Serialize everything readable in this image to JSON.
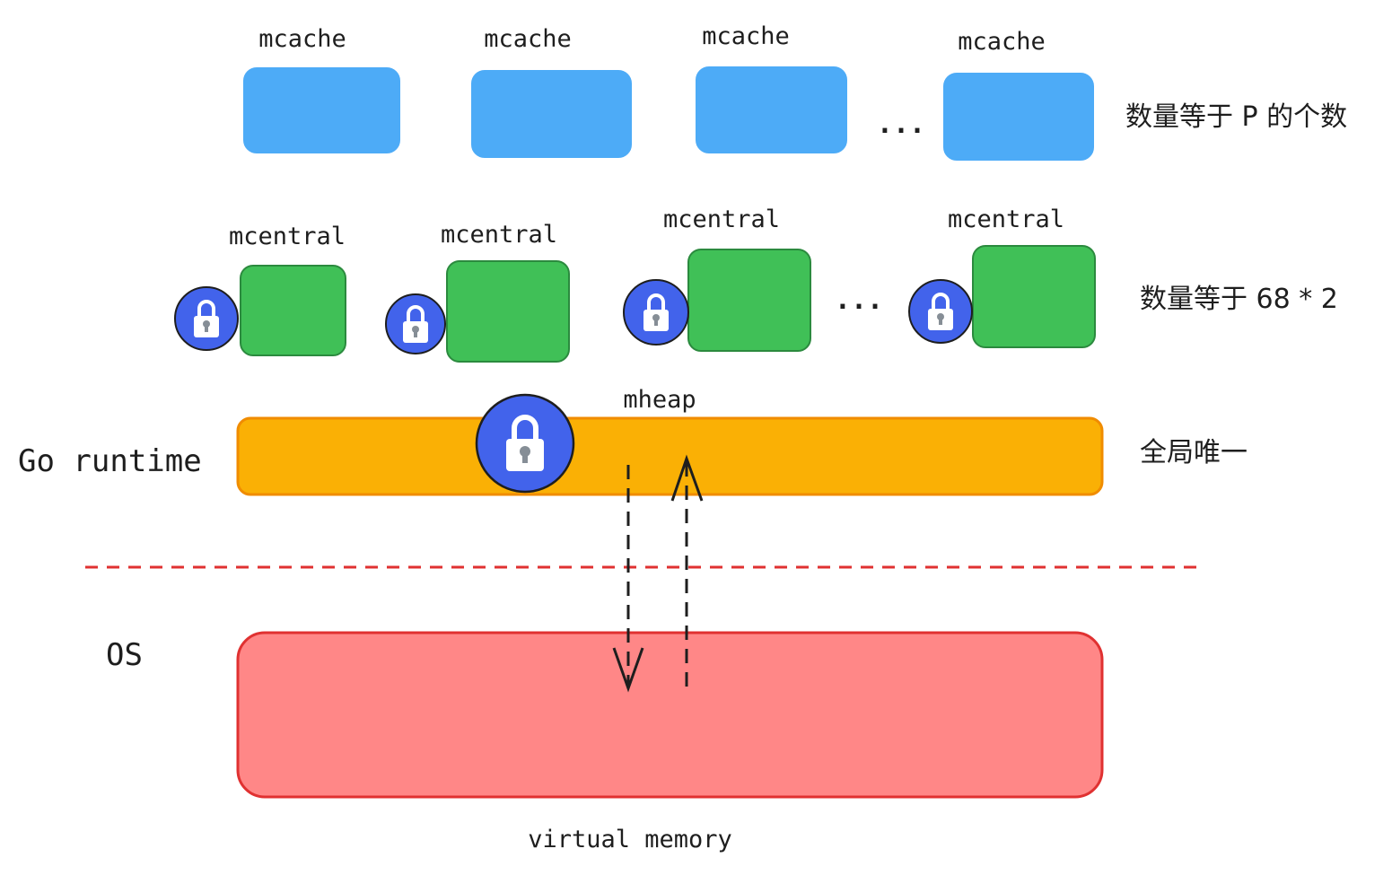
{
  "mcache": {
    "labels": [
      "mcache",
      "mcache",
      "mcache",
      "mcache"
    ],
    "ellipsis": "...",
    "count_note": "数量等于 P 的个数"
  },
  "mcentral": {
    "labels": [
      "mcentral",
      "mcentral",
      "mcentral",
      "mcentral"
    ],
    "ellipsis": "...",
    "count_note": "数量等于 68 * 2"
  },
  "mheap": {
    "label": "mheap",
    "note": "全局唯一"
  },
  "layers": {
    "runtime": "Go runtime",
    "os": "OS"
  },
  "virtual_memory": {
    "label": "virtual memory"
  },
  "colors": {
    "mcache": "#4dabf7",
    "mcentral": "#40c057",
    "mheap_fill": "#fab005",
    "mheap_stroke": "#f08c00",
    "vm_fill": "#ff8787",
    "vm_stroke": "#e03131",
    "lock": "#4263eb",
    "boundary": "#e03131"
  }
}
